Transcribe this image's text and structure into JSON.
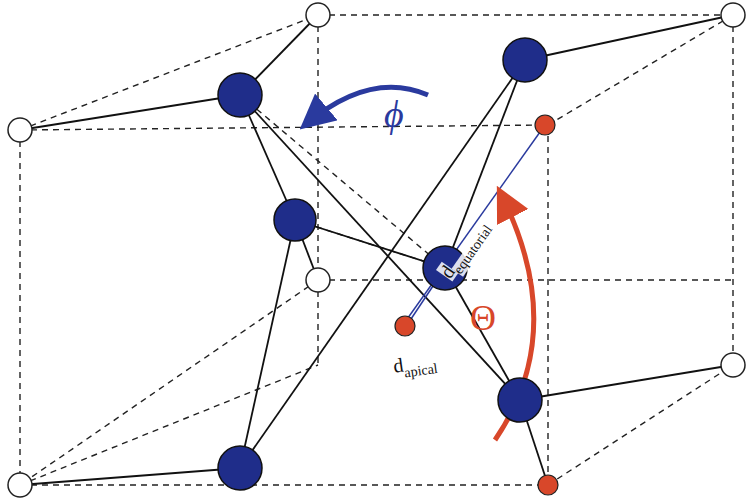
{
  "diagram": {
    "labels": [
      "ϕ",
      "d",
      "equatorial",
      "Θ",
      "d",
      "apical"
    ]
  }
}
